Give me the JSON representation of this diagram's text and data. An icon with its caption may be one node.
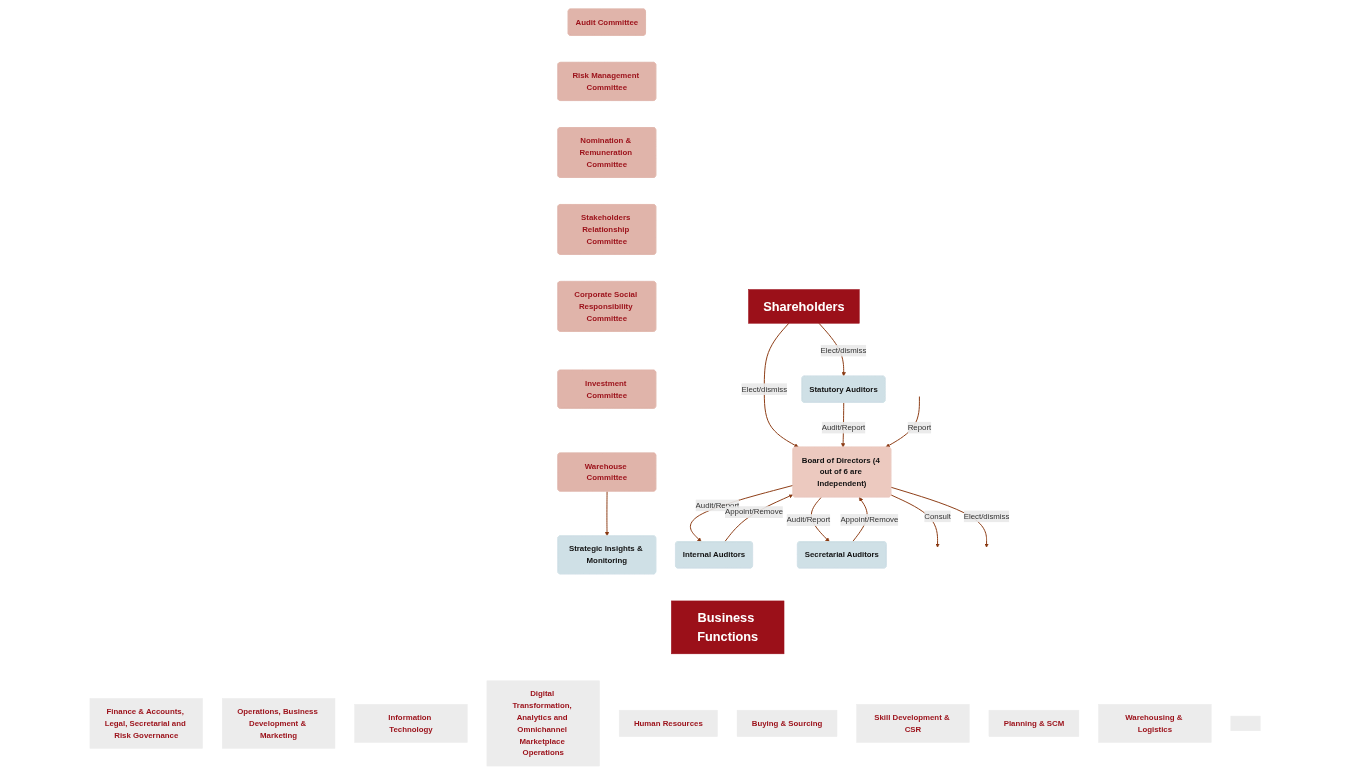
{
  "diagram": {
    "nodes": [
      {
        "text": [
          "Shareholders"
        ]
      },
      {
        "text": [
          "Statutory Auditors"
        ]
      },
      {
        "text": [
          "Board of Directors (4 out of 6 are Independent)"
        ]
      },
      {
        "text": [
          "Audit Committee"
        ]
      },
      {
        "text": [
          "Risk Management Committee"
        ]
      },
      {
        "text": [
          "Nomination & Remuneration Committee"
        ]
      },
      {
        "text": [
          "Stakeholders Relationship Committee"
        ]
      },
      {
        "text": [
          "Corporate Social Responsibility Committee"
        ]
      },
      {
        "text": [
          "Investment Committee"
        ]
      },
      {
        "text": [
          "Warehouse Committee"
        ]
      },
      {
        "text": [
          "Strategic Insights & Monitoring"
        ]
      },
      {
        "text": [
          "Internal Auditors"
        ]
      },
      {
        "text": [
          "Secretarial Auditors"
        ]
      },
      {
        "text": [
          "Business Functions"
        ]
      },
      {
        "text": [
          "Finance & Accounts, Legal, Secretarial and Risk Governance"
        ]
      },
      {
        "text": [
          "Operations, Business Development & Marketing"
        ]
      },
      {
        "text": [
          "Information Technology"
        ]
      },
      {
        "text": [
          "Digital Transformation, Analytics and Omnichannel Marketplace Operations"
        ]
      },
      {
        "text": [
          "Human Resources"
        ]
      },
      {
        "text": [
          "Buying & Sourcing"
        ]
      },
      {
        "text": [
          "Skill Development & CSR"
        ]
      },
      {
        "text": [
          "Planning & SCM"
        ]
      },
      {
        "text": [
          "Warehousing & Logistics"
        ]
      },
      {
        "text": [],
        "shape": "box"
      }
    ],
    "edges": [
      {
        "from": 0,
        "to": 1,
        "arrow": "to",
        "label": "Elect/dismiss"
      },
      {
        "from": 0,
        "to": 2,
        "arrow": "to",
        "label": "Elect/dismiss"
      },
      {
        "from": 1,
        "to": 2,
        "arrow": "to",
        "label": "Audit/Report"
      },
      {
        "from": null,
        "to": 2,
        "arrow": "to",
        "label": "Report"
      },
      {
        "from": 2,
        "to": null,
        "arrow": "to",
        "label": "Consult"
      },
      {
        "from": 2,
        "to": null,
        "arrow": "to",
        "label": "Elect/dismiss"
      },
      {
        "from": 2,
        "to": 11,
        "arrow": "to",
        "label": "Audit/Report"
      },
      {
        "from": 11,
        "to": 2,
        "arrow": "to",
        "label": "Appoint/Remove"
      },
      {
        "from": 2,
        "to": 12,
        "arrow": "to",
        "label": "Audit/Report"
      },
      {
        "from": 12,
        "to": 2,
        "arrow": "to",
        "label": "Appoint/Remove"
      },
      {
        "from": 9,
        "to": 10,
        "arrow": "to"
      }
    ]
  }
}
